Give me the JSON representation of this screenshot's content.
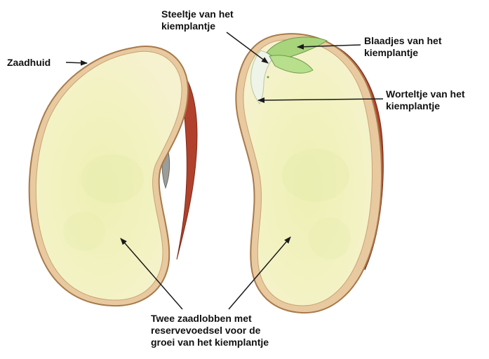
{
  "labels": {
    "seed_coat": "Zaadhuid",
    "stem": [
      "Steeltje van het",
      "kiemplantje"
    ],
    "leaves": [
      "Blaadjes van het",
      "kiemplantje"
    ],
    "root": [
      "Worteltje van het",
      "kiemplantje"
    ],
    "cotyledons": [
      "Twee zaadlobben met",
      "reservevoedsel voor de",
      "groei van het kiemplantje"
    ]
  },
  "colors": {
    "cotyledon_fill": "#f3f2c4",
    "cotyledon_shade": "#e4eaa8",
    "seed_coat_outline": "#a77a4a",
    "seed_coat_rim": "#e8c9a0",
    "seed_coat_inner": "#b1412c",
    "embryo_leaf": "#a8d47c",
    "embryo_stem": "#eef5e8",
    "arrow": "#1a1a1a"
  }
}
